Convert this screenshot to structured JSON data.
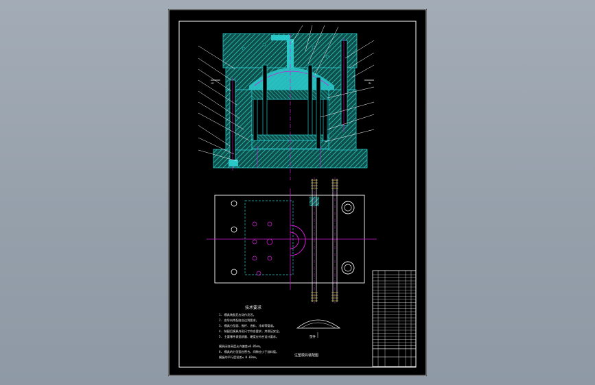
{
  "sheet": {
    "name": "mold-assembly-drawing",
    "background": "#000000",
    "frame_color": "#ffffff",
    "hatch_color": "#1aa79e",
    "part_color": "#2ac7c9",
    "center_line_color": "#d21cd2",
    "thread_color": "#e0d84a",
    "text_color": "#ffffff"
  },
  "drawing": {
    "section_markers": [
      "→",
      "←"
    ],
    "tech_requirements": {
      "title": "技术要求",
      "lines": [
        "1. 模具装配后应动作灵活。",
        "2. 各导向件配合应达到要求。",
        "3. 模具分型面、推杆、进料、冷却等管道。",
        "4. 装配后模具外形尺寸符合要求，并保证安全。",
        "5. 主要零件表面质量、硬度应符合设计要求。"
      ]
    },
    "part_label": "塑件",
    "notes": [
      "模具闭合高度允许偏差±0.05mm。",
      "6. 模具的分型面应密合，间隙应小于溢料值。",
      "模板的平行度误差≤ 0.02mm。"
    ],
    "drawing_title": "注塑模具装配图"
  }
}
